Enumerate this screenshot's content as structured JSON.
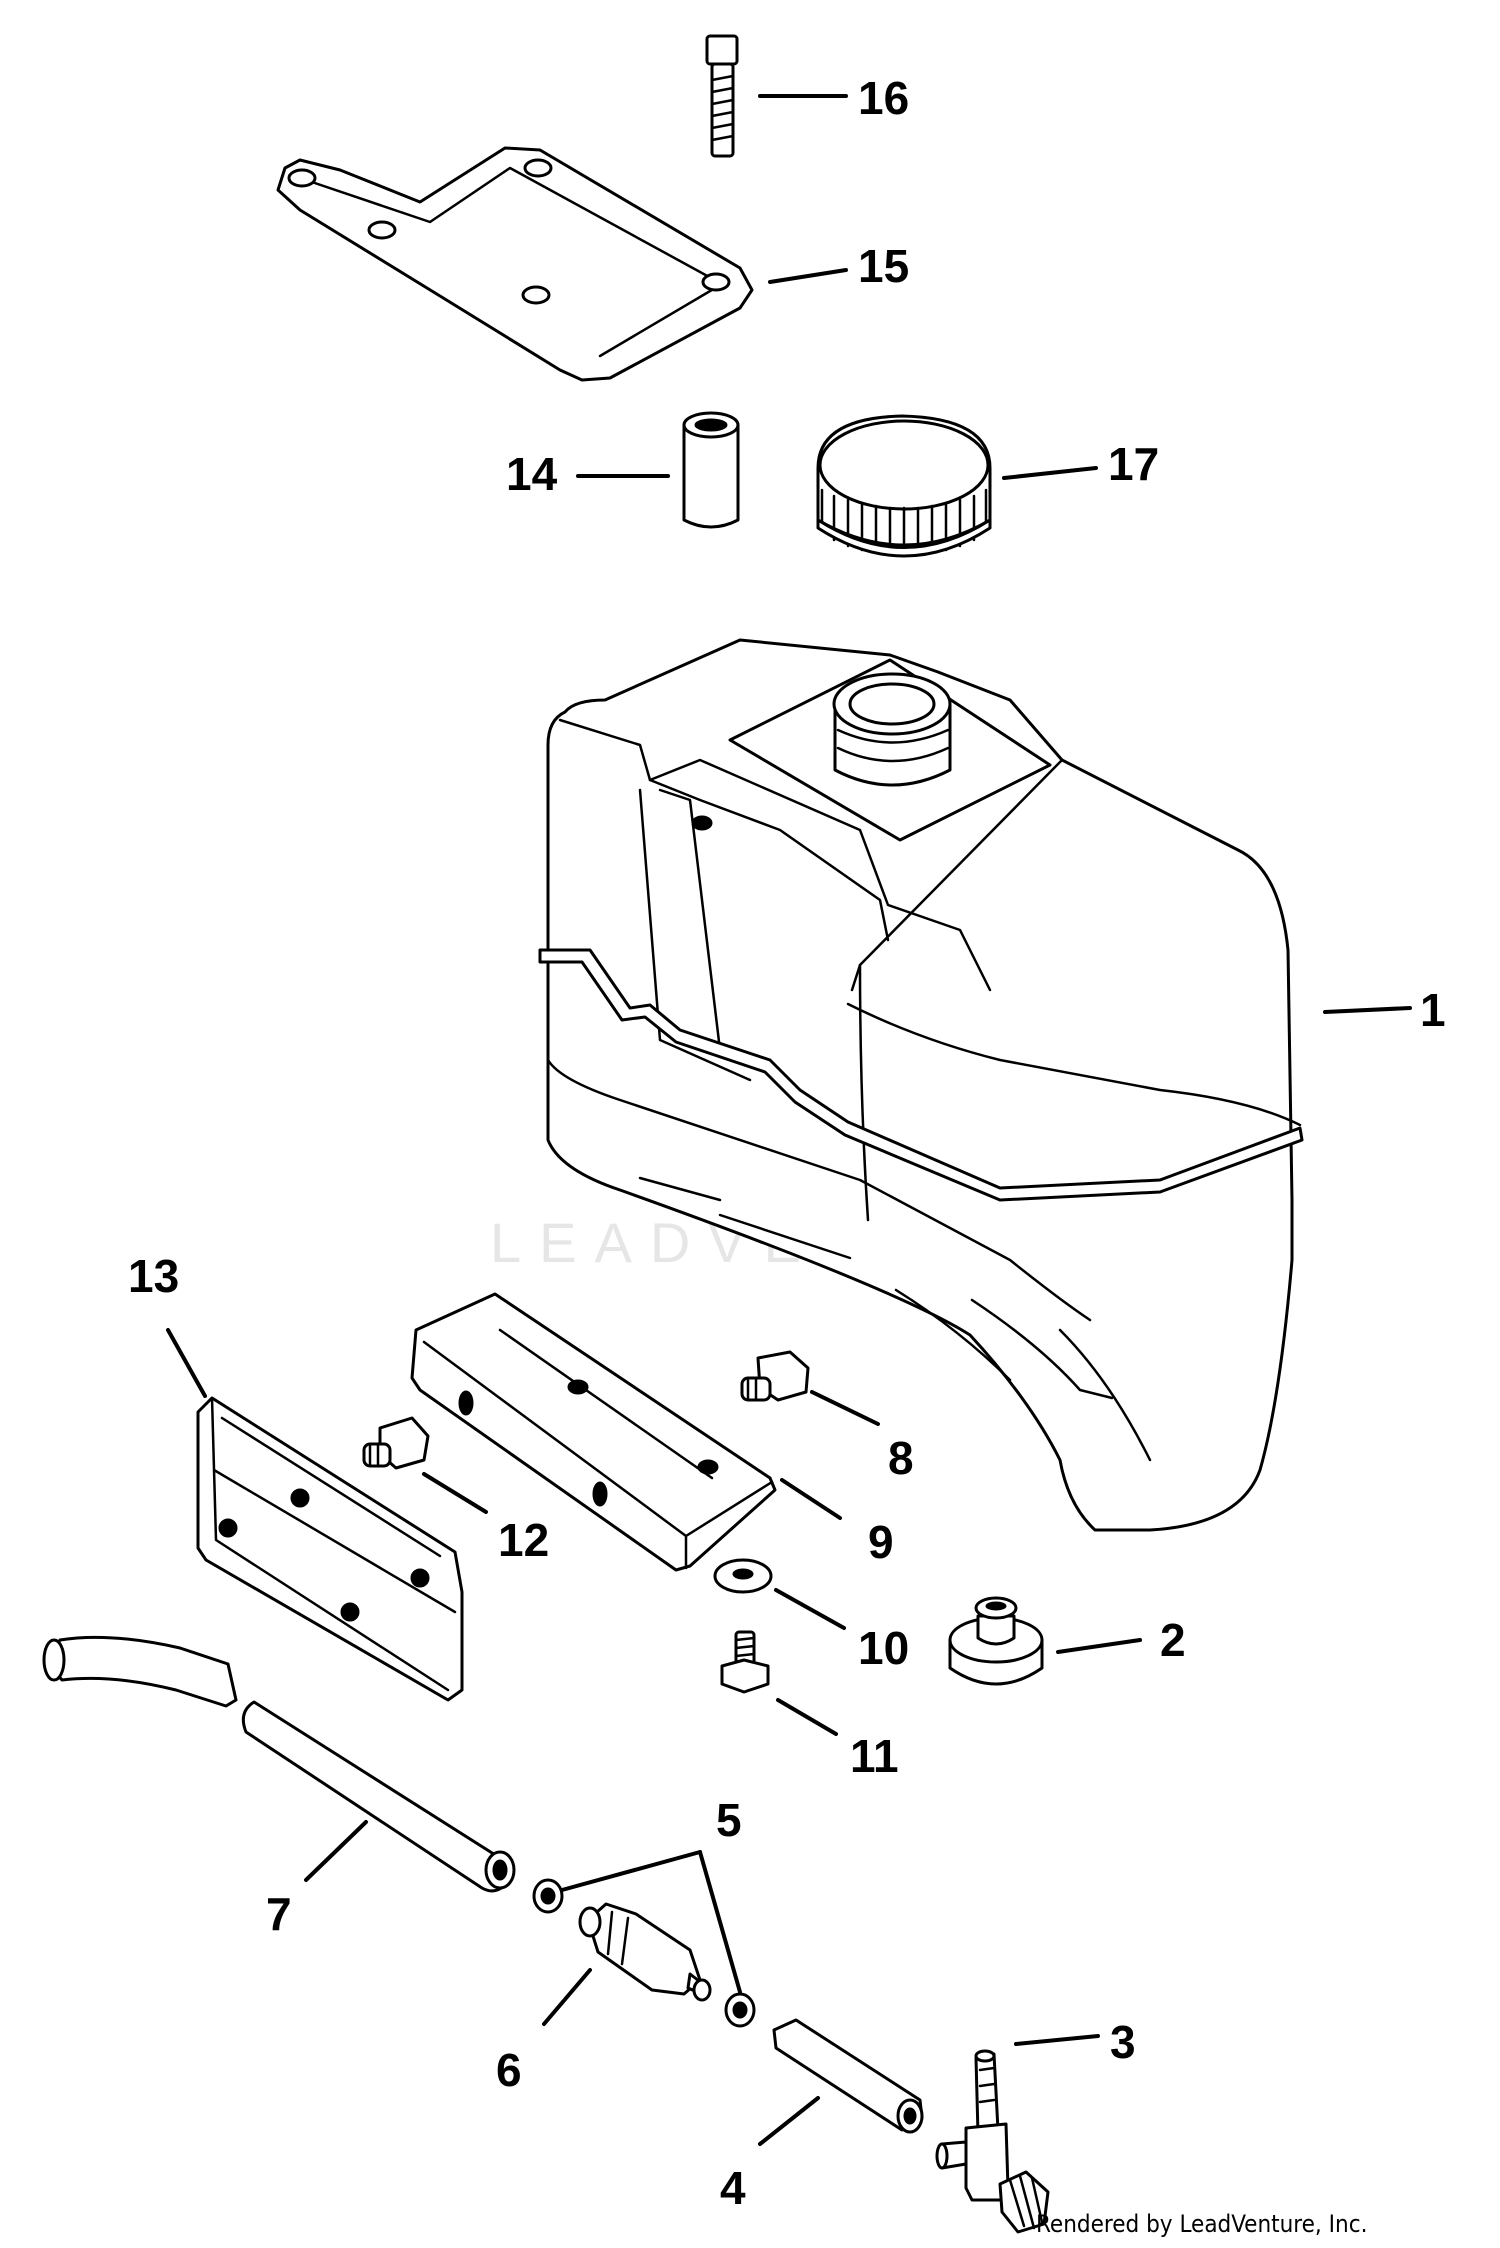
{
  "diagram": {
    "callouts": [
      {
        "id": "16",
        "label": "16"
      },
      {
        "id": "15",
        "label": "15"
      },
      {
        "id": "14",
        "label": "14"
      },
      {
        "id": "17",
        "label": "17"
      },
      {
        "id": "1",
        "label": "1"
      },
      {
        "id": "13",
        "label": "13"
      },
      {
        "id": "8",
        "label": "8"
      },
      {
        "id": "12",
        "label": "12"
      },
      {
        "id": "9",
        "label": "9"
      },
      {
        "id": "10",
        "label": "10"
      },
      {
        "id": "2",
        "label": "2"
      },
      {
        "id": "11",
        "label": "11"
      },
      {
        "id": "5",
        "label": "5"
      },
      {
        "id": "7",
        "label": "7"
      },
      {
        "id": "3",
        "label": "3"
      },
      {
        "id": "6",
        "label": "6"
      },
      {
        "id": "4",
        "label": "4"
      }
    ],
    "watermark": "LEADVENTURE",
    "credit": "Rendered by LeadVenture, Inc."
  }
}
